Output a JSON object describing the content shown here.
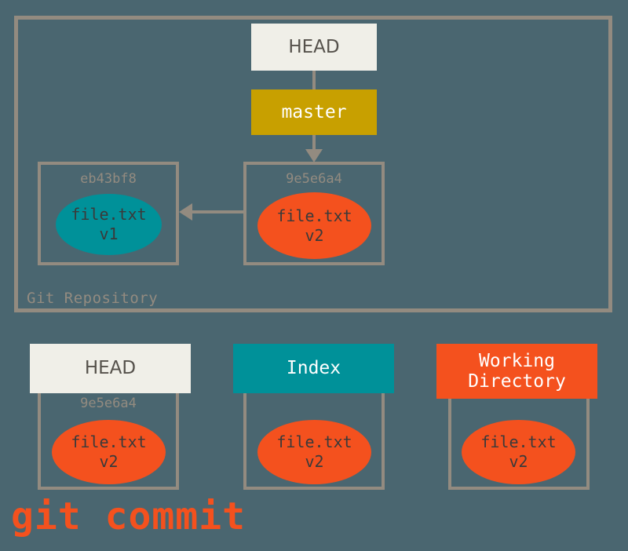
{
  "diagram": {
    "background_color": "#4a6670",
    "border_color": "#938b80",
    "caption": "git commit"
  },
  "repository": {
    "label": "Git Repository",
    "head": {
      "label": "HEAD",
      "color": "#f0efe8"
    },
    "branch": {
      "label": "master",
      "color": "#c8a000"
    },
    "commits": [
      {
        "hash": "eb43bf8",
        "blob": {
          "file": "file.txt",
          "version": "v1",
          "color": "#009199"
        }
      },
      {
        "hash": "9e5e6a4",
        "blob": {
          "file": "file.txt",
          "version": "v2",
          "color": "#f4511e"
        }
      }
    ]
  },
  "areas": [
    {
      "title": "HEAD",
      "title_color": "#f0efe8",
      "hash": "9e5e6a4",
      "blob": {
        "file": "file.txt",
        "version": "v2",
        "color": "#f4511e"
      }
    },
    {
      "title": "Index",
      "title_color": "#009199",
      "hash": "",
      "blob": {
        "file": "file.txt",
        "version": "v2",
        "color": "#f4511e"
      }
    },
    {
      "title_line1": "Working",
      "title_line2": "Directory",
      "title_color": "#f4511e",
      "hash": "",
      "blob": {
        "file": "file.txt",
        "version": "v2",
        "color": "#f4511e"
      }
    }
  ]
}
